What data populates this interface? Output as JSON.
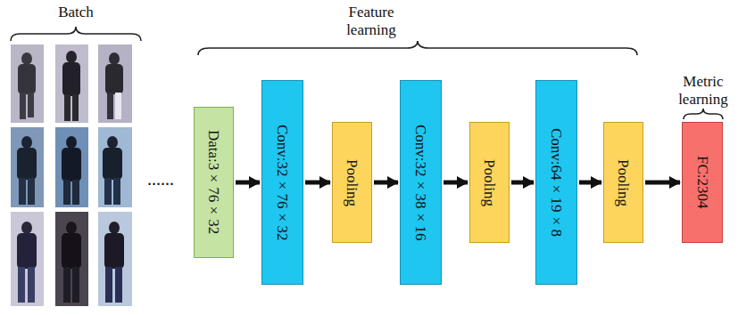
{
  "diagram": {
    "nodes": [
      {
        "text": [
          "Data:3×76×32"
        ]
      },
      {
        "text": [
          "Conv:32×76×32"
        ]
      },
      {
        "text": [
          "Pooling"
        ]
      },
      {
        "text": [
          "Conv:32×38×16"
        ]
      },
      {
        "text": [
          "Pooling"
        ]
      },
      {
        "text": [
          "Conv:64×19×8"
        ]
      },
      {
        "text": [
          "Pooling"
        ]
      },
      {
        "text": [
          "FC:2304"
        ]
      }
    ],
    "edges": [
      {
        "from": 0,
        "to": 1,
        "arrow": "to"
      },
      {
        "from": 1,
        "to": 2,
        "arrow": "to"
      },
      {
        "from": 2,
        "to": 3,
        "arrow": "to"
      },
      {
        "from": 3,
        "to": 4,
        "arrow": "to"
      },
      {
        "from": 4,
        "to": 5,
        "arrow": "to"
      },
      {
        "from": 5,
        "to": 6,
        "arrow": "to"
      },
      {
        "from": 6,
        "to": 7,
        "arrow": "to"
      }
    ],
    "labels": [
      "Batch",
      "Feature learning",
      "Metric learning",
      "......"
    ]
  }
}
